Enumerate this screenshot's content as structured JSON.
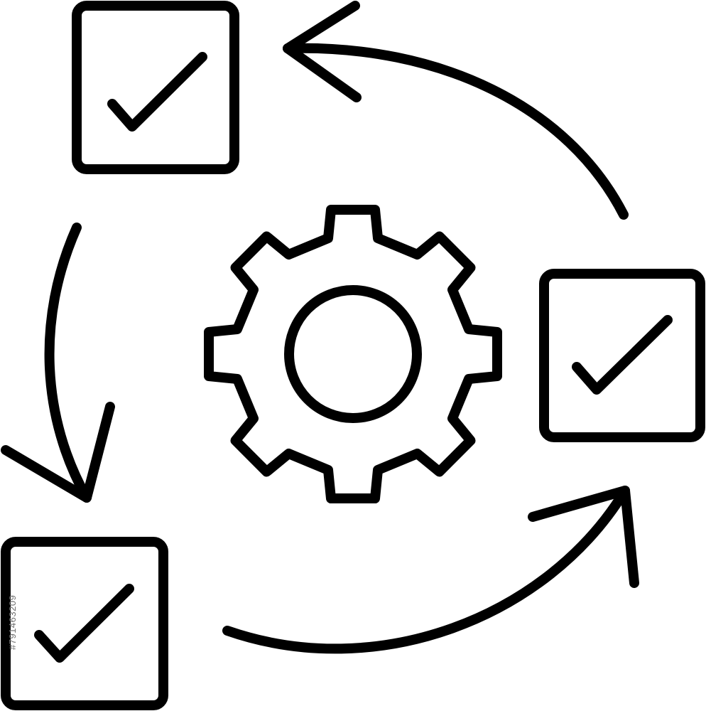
{
  "diagram": {
    "stroke_color": "#000000",
    "background_color": "#ffffff",
    "center_icon": "gear-icon",
    "nodes": [
      {
        "id": "top-left",
        "icon": "checkbox-checked-icon",
        "checked": true
      },
      {
        "id": "right",
        "icon": "checkbox-checked-icon",
        "checked": true
      },
      {
        "id": "bottom-left",
        "icon": "checkbox-checked-icon",
        "checked": true
      }
    ],
    "cycle_arrows": [
      {
        "from": "right",
        "to": "top-left",
        "icon": "curved-arrow-icon"
      },
      {
        "from": "top-left",
        "to": "bottom-left",
        "icon": "curved-arrow-icon"
      },
      {
        "from": "bottom-left",
        "to": "right",
        "icon": "curved-arrow-icon"
      }
    ]
  },
  "watermark": {
    "id_text": "#791463209",
    "text_color": "#6e6e6e"
  }
}
